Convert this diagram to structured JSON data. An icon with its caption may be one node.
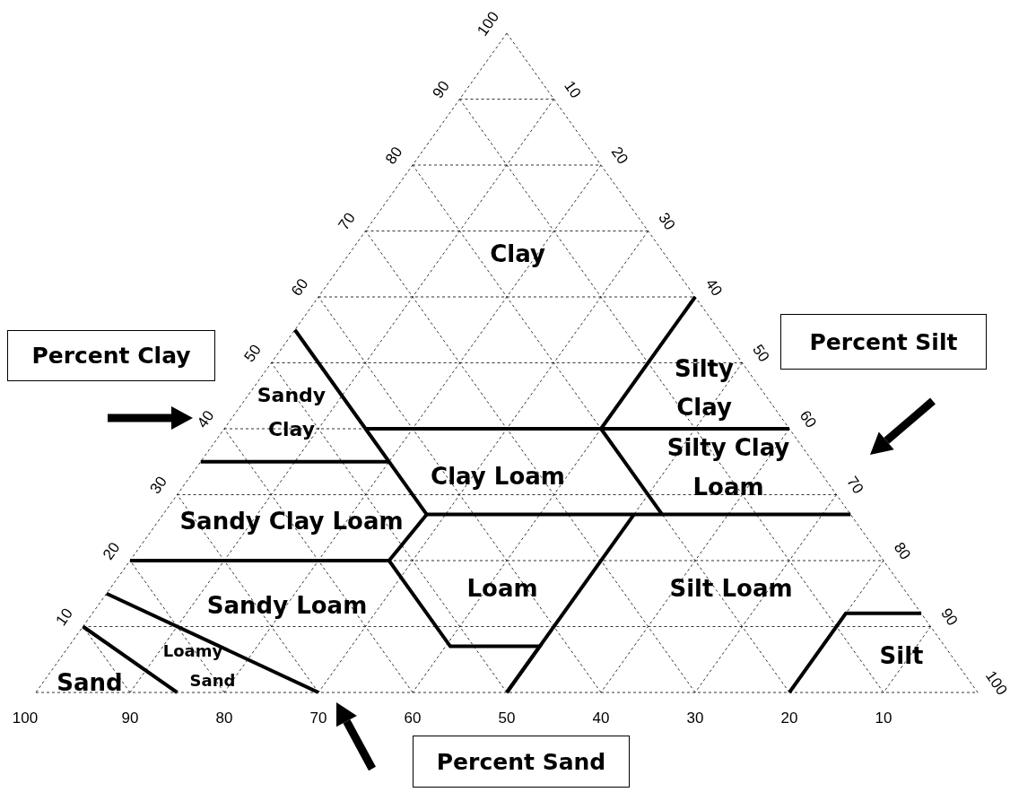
{
  "diagram": {
    "nodes": [
      {
        "text": [
          "Percent Clay"
        ]
      },
      {
        "text": [
          "Percent Silt"
        ]
      },
      {
        "text": [
          "Percent Sand"
        ]
      }
    ],
    "labels": [
      "Clay",
      "Sandy Clay",
      "Silty Clay",
      "Clay Loam",
      "Silty Clay Loam",
      "Sandy Clay Loam",
      "Sandy Loam",
      "Loam",
      "Silt Loam",
      "Sand",
      "Loamy Sand",
      "Silt",
      "10",
      "20",
      "30",
      "40",
      "50",
      "60",
      "70",
      "80",
      "90",
      "100",
      "10",
      "20",
      "30",
      "40",
      "50",
      "60",
      "70",
      "80",
      "90",
      "100",
      "100",
      "90",
      "80",
      "70",
      "60",
      "50",
      "40",
      "30",
      "20",
      "10"
    ]
  }
}
